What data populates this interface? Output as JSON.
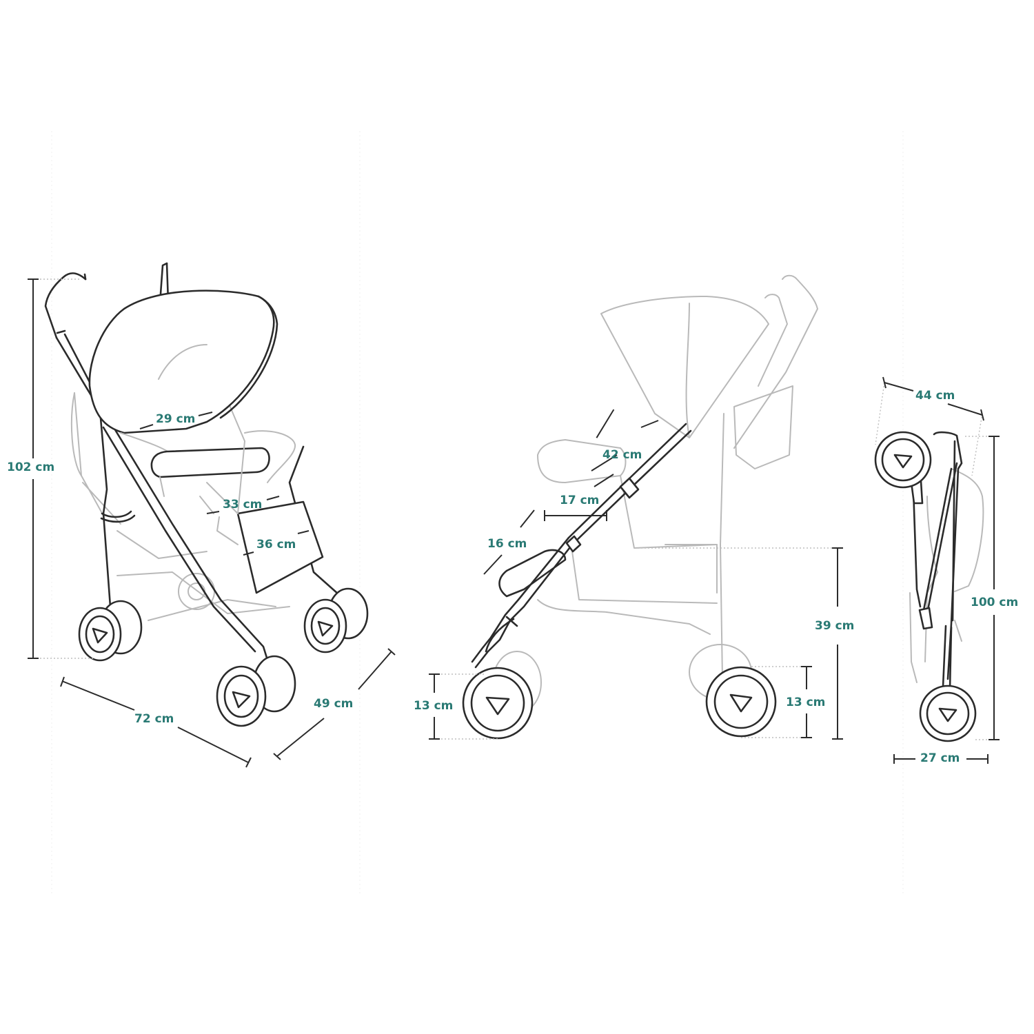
{
  "colors": {
    "accent": "#2a7a74",
    "line_dark": "#2b2b2b",
    "line_light": "#b9b9b9"
  },
  "views": {
    "front": {
      "height": "102 cm",
      "length": "72 cm",
      "width": "49 cm",
      "canopy_width": "29 cm",
      "seat_width": "33 cm",
      "footrest_width": "36 cm"
    },
    "side": {
      "backrest_height": "42 cm",
      "seat_depth": "17 cm",
      "leg_rest": "16 cm",
      "seat_height": "39 cm",
      "front_wheel": "13 cm",
      "rear_wheel": "13 cm"
    },
    "folded": {
      "length": "44 cm",
      "height": "100 cm",
      "width": "27 cm"
    }
  }
}
